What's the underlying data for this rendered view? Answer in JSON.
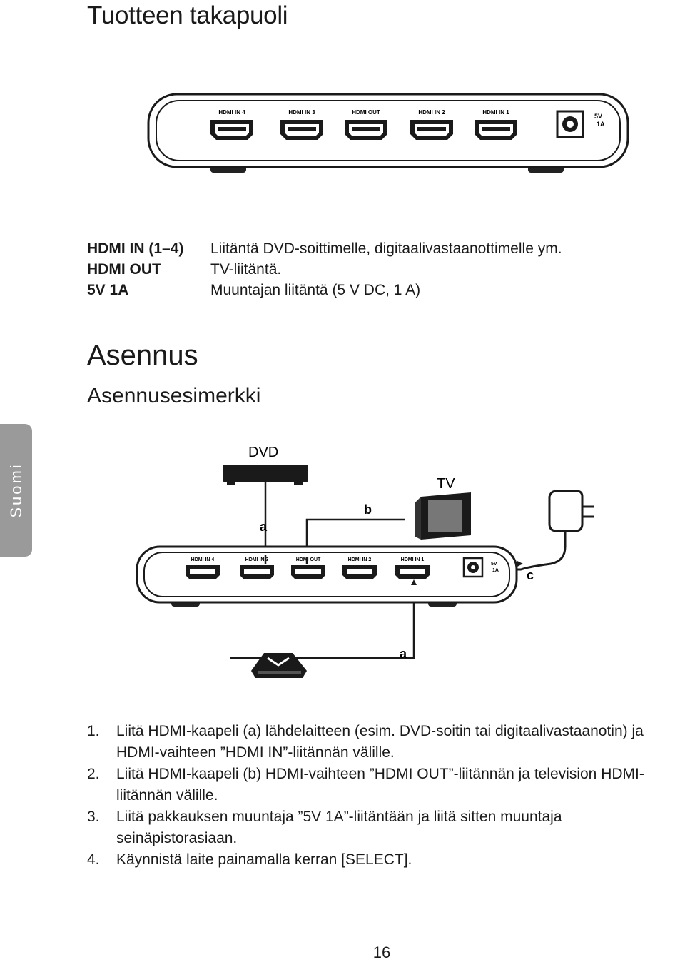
{
  "heading": "Tuotteen takapuoli",
  "device_ports": [
    "HDMI IN 4",
    "HDMI IN 3",
    "HDMI OUT",
    "HDMI IN 2",
    "HDMI IN 1"
  ],
  "power_label": "5V⎓\n1A",
  "power_label_line1": "5V",
  "power_label_line2": "1A",
  "specs": [
    {
      "key": "HDMI IN (1–4)",
      "value": "Liitäntä DVD-soittimelle, digitaalivastaanottimelle ym."
    },
    {
      "key": "HDMI OUT",
      "value": "TV-liitäntä."
    },
    {
      "key": "5V 1A",
      "value": "Muuntajan liitäntä (5 V DC, 1 A)"
    }
  ],
  "section_title": "Asennus",
  "subsection_title": "Asennusesimerkki",
  "side_tab": "Suomi",
  "diagram": {
    "dvd_label": "DVD",
    "tv_label": "TV",
    "label_a": "a",
    "label_b": "b",
    "label_c": "c"
  },
  "steps": [
    {
      "num": "1.",
      "text": "Liitä HDMI-kaapeli (a) lähdelaitteen (esim. DVD-soitin tai digitaalivastaanotin) ja HDMI-vaihteen ”HDMI IN”-liitännän välille."
    },
    {
      "num": "2.",
      "text": "Liitä HDMI-kaapeli (b) HDMI-vaihteen ”HDMI OUT”-liitännän ja television HDMI-liitännän välille."
    },
    {
      "num": "3.",
      "text": "Liitä pakkauksen muuntaja ”5V 1A”-liitäntään ja liitä sitten muuntaja seinäpistorasiaan."
    },
    {
      "num": "4.",
      "text": "Käynnistä laite painamalla kerran [SELECT]."
    }
  ],
  "page_number": "16"
}
